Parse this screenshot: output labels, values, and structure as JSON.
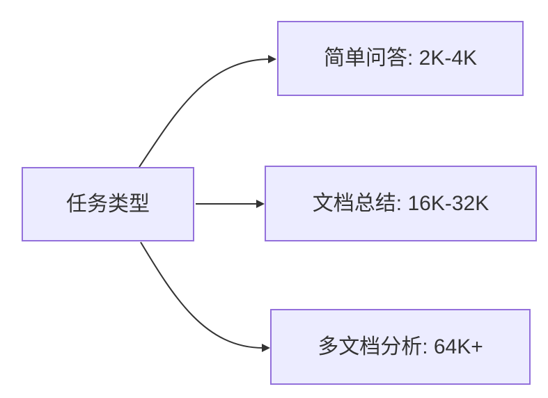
{
  "diagram": {
    "type": "flowchart",
    "direction": "left-to-right",
    "root": {
      "id": "task-type",
      "label": "任务类型"
    },
    "nodes": [
      {
        "id": "simple-qa",
        "label": "简单问答: 2K-4K"
      },
      {
        "id": "doc-summary",
        "label": "文档总结: 16K-32K"
      },
      {
        "id": "multi-doc",
        "label": "多文档分析: 64K+"
      }
    ],
    "edges": [
      {
        "from": "task-type",
        "to": "simple-qa",
        "style": "curved",
        "arrow": "triangle"
      },
      {
        "from": "task-type",
        "to": "doc-summary",
        "style": "straight",
        "arrow": "triangle"
      },
      {
        "from": "task-type",
        "to": "multi-doc",
        "style": "curved",
        "arrow": "triangle"
      }
    ],
    "colors": {
      "background": "#FFFFFF",
      "node_fill": "#ECECFF",
      "node_border": "#9370DB",
      "edge": "#333333",
      "text": "#333333"
    }
  }
}
